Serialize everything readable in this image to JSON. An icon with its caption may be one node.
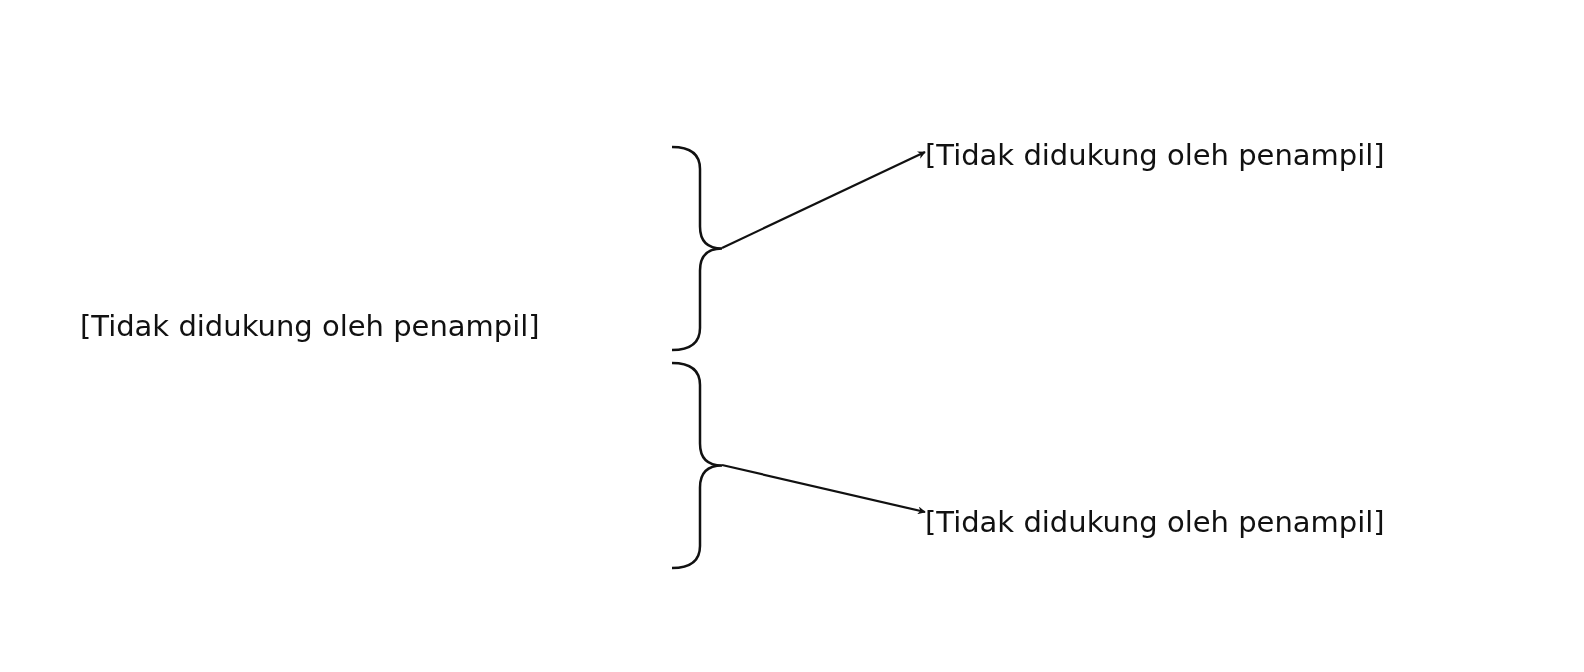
{
  "diagram": {
    "nodes": [
      {
        "text": [
          "[Tidak didukung oleh penampil]"
        ]
      },
      {
        "text": [],
        "shape": "brace"
      },
      {
        "text": [],
        "shape": "brace"
      },
      {
        "text": [
          "[Tidak didukung oleh penampil]"
        ]
      },
      {
        "text": [
          "[Tidak didukung oleh penampil]"
        ]
      }
    ],
    "edges": [
      {
        "from": 1,
        "to": 3,
        "arrow": "to"
      },
      {
        "from": 2,
        "to": 4,
        "arrow": "to"
      }
    ]
  }
}
